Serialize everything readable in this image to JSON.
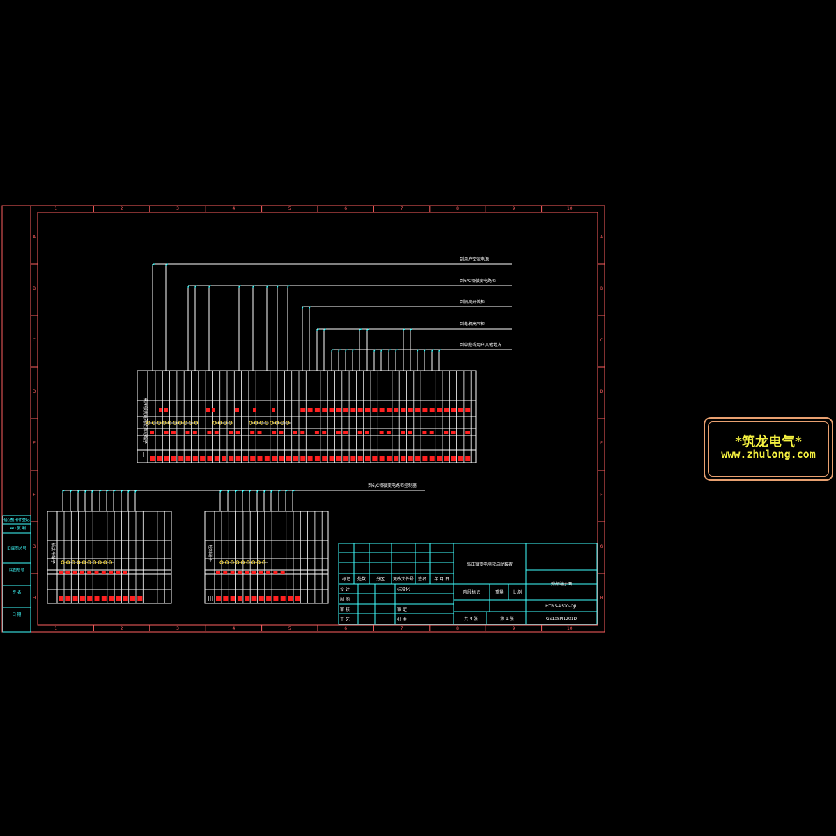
{
  "drawing": {
    "colors": {
      "frame": "#ff6060",
      "line": "#ffffff",
      "cyan": "#40ffff",
      "red": "#ff2020",
      "text": "#ffffff",
      "wm": "#f4f040"
    },
    "col_numbers": [
      "1",
      "2",
      "3",
      "4",
      "5",
      "6",
      "7",
      "8",
      "9",
      "10"
    ],
    "row_letters": [
      "A",
      "B",
      "C",
      "D",
      "E",
      "F",
      "G",
      "H"
    ],
    "left_strip": {
      "labels": [
        "借(通)用件登记",
        "CAD 复 制",
        "旧底图总号",
        "底图总号",
        "签 名",
        "日 期"
      ]
    },
    "cable_labels": [
      "到用户交流电源",
      "到6/C相微变电路柜",
      "到隔离开关柜",
      "到电机高压柜",
      "到中控或用户其他地方"
    ],
    "cable_label_lower": "到6/C相微变电路柜控制器",
    "block1": {
      "roman": "I",
      "title": "高压微变电路软启动端子"
    },
    "block2": {
      "roman": "II",
      "title": "插接件端子"
    },
    "block3": {
      "roman": "III",
      "title": "控制端子"
    },
    "title_block": {
      "product": "高压微变电阻软启动装置",
      "drawing_name": "外部端子图",
      "stage": "阶段标记",
      "weight": "重量",
      "scale": "比例",
      "model": "HTRS-4500-QJL",
      "code": "GS10SN1201D",
      "sheets_total": "共 4 张",
      "sheet_no": "第 1 张",
      "header": [
        "标记",
        "处数",
        "分区",
        "更改文件号",
        "签名",
        "年 月 日"
      ],
      "rows": [
        "设 计",
        "制 图",
        "审 核",
        "工 艺"
      ],
      "rows_mid": [
        "标准化",
        "",
        "审 定",
        "批 准"
      ]
    }
  },
  "watermark": {
    "line1": "*筑龙电气*",
    "line2": "www.zhulong.com"
  }
}
